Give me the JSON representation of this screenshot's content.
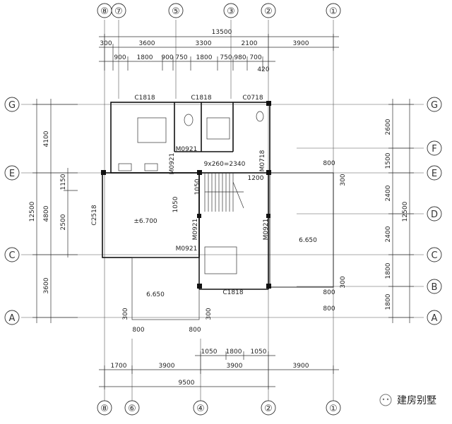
{
  "axes": {
    "top": [
      "⑧",
      "⑦",
      "⑤",
      "③",
      "②",
      "①"
    ],
    "bottom": [
      "⑧",
      "⑥",
      "④",
      "②",
      "①"
    ],
    "left": [
      "G",
      "E",
      "C",
      "A"
    ],
    "right": [
      "G",
      "F",
      "E",
      "D",
      "C",
      "B",
      "A"
    ]
  },
  "dims_top": {
    "total": "13500",
    "row2": [
      "300",
      "3600",
      "3300",
      "2100",
      "3900"
    ],
    "row3": [
      "900",
      "1800",
      "900",
      "750",
      "1800",
      "750",
      "980",
      "700"
    ],
    "extra": "420"
  },
  "dims_bottom": {
    "row1": [
      "1050",
      "1800",
      "1050"
    ],
    "row2": [
      "1700",
      "3900",
      "3900",
      "3900"
    ],
    "total": "9500"
  },
  "dims_left": {
    "total": "12500",
    "outer": [
      "4100",
      "4800",
      "3600"
    ],
    "inner": [
      "1150",
      "2500"
    ]
  },
  "dims_right": {
    "total": "12500",
    "segs": [
      "2600",
      "1500",
      "2400",
      "2400",
      "1800",
      "1800"
    ]
  },
  "labels": {
    "c1818_a": "C1818",
    "c1818_b": "C1818",
    "c0718": "C0718",
    "m0921_a": "M0921",
    "m0921_b": "M0921",
    "m0921_c": "M0921",
    "m0921_d": "M0921",
    "m0921_e": "M0921",
    "m0718": "M0718",
    "c2518": "C2518",
    "c1818_c": "C1818",
    "stair": "9x260=2340",
    "d1200": "1200",
    "d1050a": "1050",
    "d1050b": "1050",
    "elev1": "±6.700",
    "elev2": "6.650",
    "elev3": "6.650",
    "d800a": "800",
    "d800b": "800",
    "d800c": "800",
    "d800d": "800",
    "d800e": "800",
    "d300a": "300",
    "d300b": "300",
    "d300c": "300",
    "d300d": "300"
  },
  "watermark": "建房别墅"
}
